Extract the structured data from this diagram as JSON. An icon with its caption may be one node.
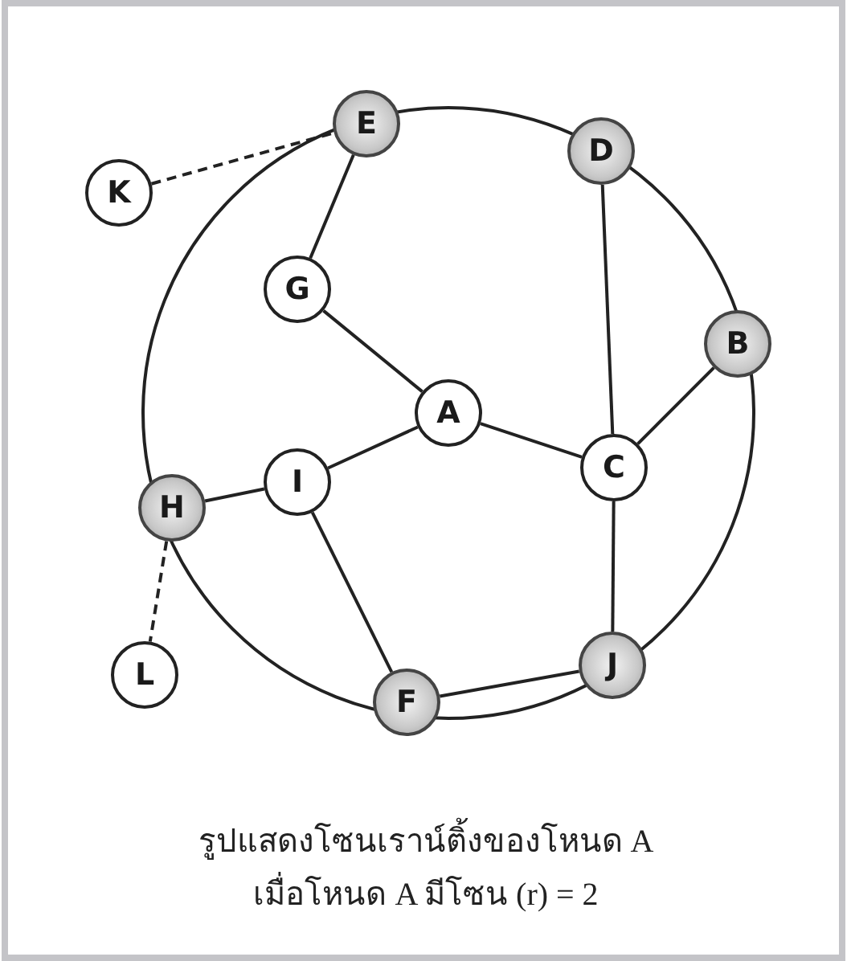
{
  "diagram": {
    "caption": "รูปแสดงโซนเราน์ติ้งของโหนด A เมื่อโหนด A มีโซน (r) = 2",
    "nodes": [
      {
        "text": [
          "E"
        ]
      },
      {
        "text": [
          "D"
        ]
      },
      {
        "text": [
          "K"
        ]
      },
      {
        "text": [
          "G"
        ]
      },
      {
        "text": [
          "B"
        ]
      },
      {
        "text": [
          "A"
        ]
      },
      {
        "text": [
          "C"
        ]
      },
      {
        "text": [
          "I"
        ]
      },
      {
        "text": [
          "H"
        ]
      },
      {
        "text": [
          "L"
        ]
      },
      {
        "text": [
          "J"
        ]
      },
      {
        "text": [
          "F"
        ]
      }
    ],
    "edges": [
      {
        "from": 2,
        "to": 0,
        "arrow": "none",
        "style": "dashed"
      },
      {
        "from": 0,
        "to": 3,
        "arrow": "none"
      },
      {
        "from": 3,
        "to": 5,
        "arrow": "none"
      },
      {
        "from": 1,
        "to": 6,
        "arrow": "none"
      },
      {
        "from": 4,
        "to": 6,
        "arrow": "none"
      },
      {
        "from": 5,
        "to": 6,
        "arrow": "none"
      },
      {
        "from": 5,
        "to": 7,
        "arrow": "none"
      },
      {
        "from": 7,
        "to": 8,
        "arrow": "none"
      },
      {
        "from": 8,
        "to": 9,
        "arrow": "none",
        "style": "dashed"
      },
      {
        "from": 7,
        "to": 11,
        "arrow": "none"
      },
      {
        "from": 6,
        "to": 10,
        "arrow": "none"
      },
      {
        "from": 11,
        "to": 10,
        "arrow": "none"
      }
    ]
  }
}
